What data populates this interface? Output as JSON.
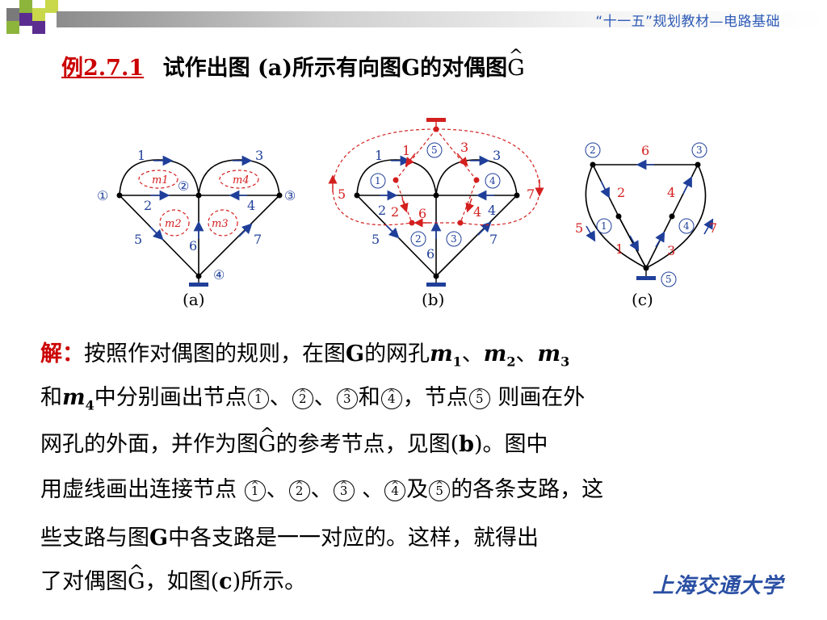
{
  "header": {
    "title": "“十一五”规划教材—电路基础",
    "accent_colors": [
      "#7a7a7a",
      "#8db53c",
      "#5b2d90",
      "#c8d84a"
    ]
  },
  "example": {
    "label": "例2.7.1",
    "text": "试作出图 (a)所示有向图G的对偶图",
    "ghat": "G"
  },
  "figures": {
    "a": {
      "caption": "(a)",
      "nodes": [
        "①",
        "②",
        "③",
        "④"
      ],
      "branches": [
        "1",
        "2",
        "3",
        "4",
        "5",
        "6",
        "7"
      ],
      "meshes": [
        "m1",
        "m4",
        "m2",
        "m3"
      ]
    },
    "b": {
      "caption": "(b)",
      "black_branches": [
        "1",
        "3",
        "2",
        "4",
        "5",
        "6",
        "7"
      ],
      "red_branches": [
        "1",
        "3",
        "5",
        "7",
        "2",
        "6",
        "4"
      ],
      "nodes": [
        "1",
        "2",
        "3",
        "4",
        "5"
      ]
    },
    "c": {
      "caption": "(c)",
      "branches": [
        "2",
        "6",
        "3",
        "2",
        "4",
        "5",
        "1",
        "4",
        "7",
        "1",
        "3"
      ],
      "ref_node": "5"
    }
  },
  "solution": {
    "label": "解：",
    "line1": "按照作对偶图的规则，在图",
    "line1_g": "G",
    "line1_b": "的网孔",
    "m1": "m",
    "sub1": "1",
    "sep1": "、",
    "m2": "m",
    "sub2": "2",
    "sep2": "、",
    "m3": "m",
    "sub3": "3",
    "line2_a": "和",
    "m4": "m",
    "sub4": "4",
    "line2_b": "中分别画出节点",
    "n1": "1",
    "sep3": "、",
    "n2": "2",
    "sep4": "、",
    "n3": "3",
    "and1": "和",
    "n4": "4",
    "line2_c": "，节点",
    "n5": "5",
    "line2_d": " 则画在外",
    "line3_a": "网孔的外面，并作为图",
    "line3_g": "G",
    "line3_b": "的参考节点，见图(",
    "line3_bb": "b",
    "line3_c": ")。图中",
    "line4_a": "用虚线画出连接节点 ",
    "q1": "1",
    "sep5": "、",
    "q2": "2",
    "sep6": "、",
    "q3": "3",
    "sep7": " 、",
    "q4": "4",
    "and2": "及",
    "q5": "5",
    "line4_b": "的各条支路，这",
    "line5_a": "些支路与图",
    "line5_g": "G",
    "line5_b": "中各支路是一一对应的。这样，就得出",
    "line6_a": "了对偶图",
    "line6_g": "G",
    "line6_b": "，如图(",
    "line6_c": "c",
    "line6_d": ")所示。"
  },
  "logo": {
    "text": "上海交通大学"
  },
  "colors": {
    "title_red": "#cc0000",
    "diagram_blue": "#1f3f9a",
    "diagram_red": "#d41f1f",
    "header_blue": "#2f5bb7"
  }
}
